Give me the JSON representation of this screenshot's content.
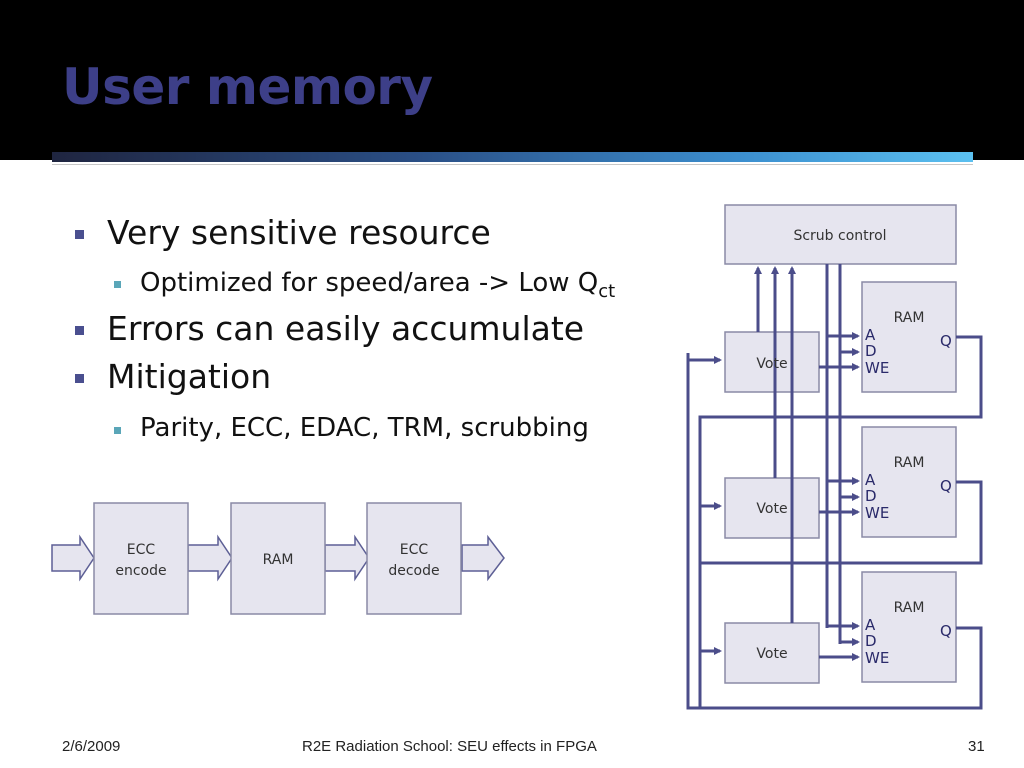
{
  "slide": {
    "title": "User memory",
    "bullets": [
      {
        "level": 1,
        "text": "Very sensitive resource"
      },
      {
        "level": 2,
        "text": "Optimized for speed/area -> Low Q",
        "sub": "ct"
      },
      {
        "level": 1,
        "text": "Errors can easily accumulate"
      },
      {
        "level": 1,
        "text": "Mitigation"
      },
      {
        "level": 2,
        "text": "Parity, ECC, EDAC, TRM, scrubbing"
      }
    ]
  },
  "ecc_diagram": {
    "encode_line1": "ECC",
    "encode_line2": "encode",
    "ram": "RAM",
    "decode_line1": "ECC",
    "decode_line2": "decode"
  },
  "tmr_diagram": {
    "scrub_control": "Scrub control",
    "ram_label": "RAM",
    "vote_label": "Vote",
    "port_a": "A",
    "port_d": "D",
    "port_we": "WE",
    "port_q": "Q"
  },
  "footer": {
    "date": "2/6/2009",
    "center": "R2E Radiation School: SEU effects in FPGA",
    "page": "31"
  },
  "colors": {
    "title": "#3d3f88",
    "box_fill": "#e6e5ef",
    "wire": "#4b4d8a"
  }
}
